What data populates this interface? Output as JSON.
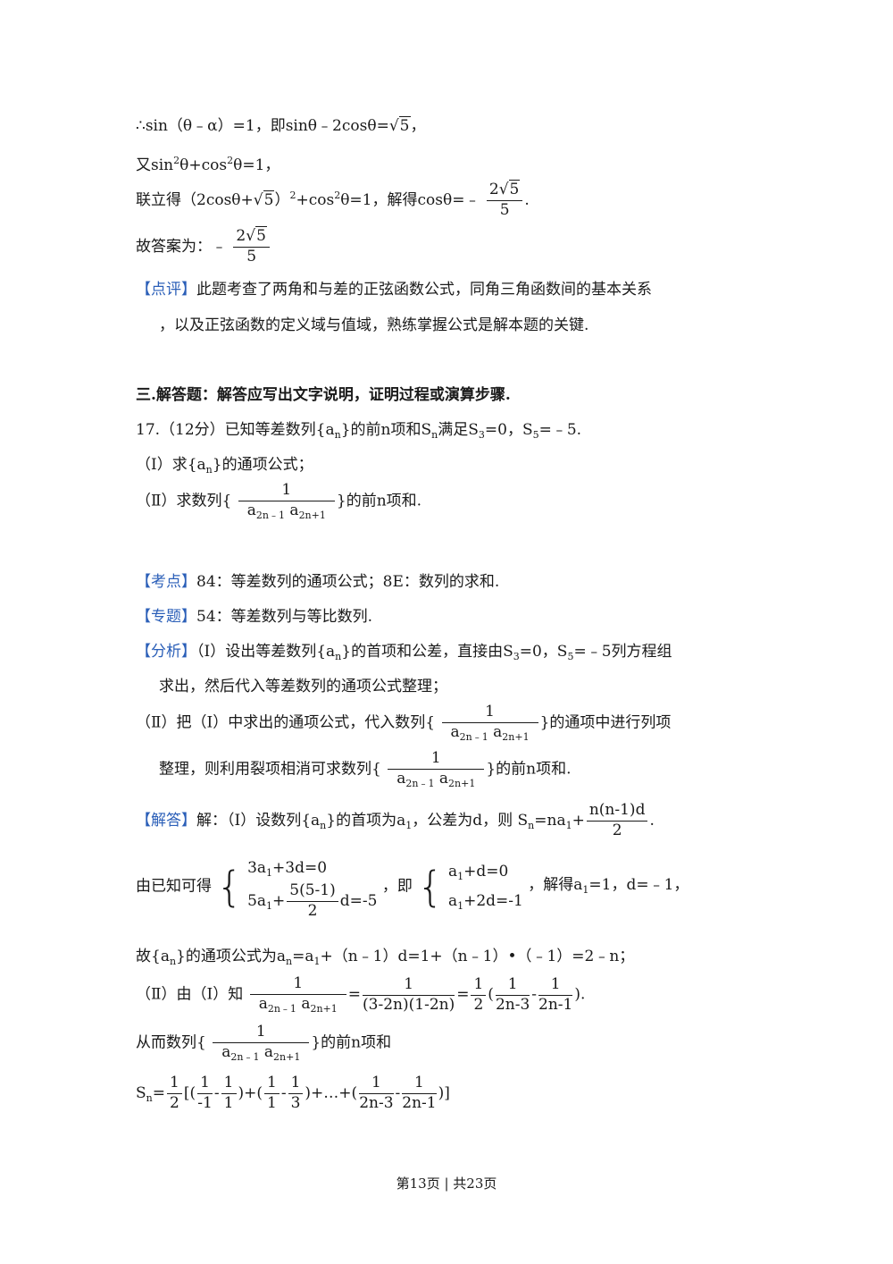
{
  "lines": {
    "l1": "∴sin（θ﹣α）=1，即sinθ﹣2cosθ=",
    "l1_root": "5",
    "l1_end": "，",
    "l2a": "又sin",
    "l2b": "θ+cos",
    "l2c": "θ=1，",
    "l3a": "联立得（2cosθ+",
    "l3_root": "5",
    "l3b": "）",
    "l3c": "+cos",
    "l3d": "θ=1，解得cosθ=﹣",
    "l3_num": "2",
    "l3_num_root": "5",
    "l3_den": "5",
    "l3_end": ".",
    "l4a": "故答案为：﹣",
    "l4_num": "2",
    "l4_num_root": "5",
    "l4_den": "5",
    "comment_tag": "【点评】",
    "comment_1": "此题考查了两角和与差的正弦函数公式，同角三角函数间的基本关系",
    "comment_2": "，以及正弦函数的定义域与值域，熟练掌握公式是解本题的关键.",
    "section_title": "三.解答题：解答应写出文字说明，证明过程或演算步骤.",
    "q17a": "17.（12分）已知等差数列{a",
    "q17b": "}的前n项和S",
    "q17c": "满足S",
    "q17d": "=0，S",
    "q17e": "=﹣5.",
    "q17_1a": "（Ⅰ）求{a",
    "q17_1b": "}的通项公式；",
    "q17_2a": "（Ⅱ）求数列{",
    "q17_2b": "}的前n项和.",
    "frac_one": "1",
    "a2n1a": "a",
    "a2n1b": "2n﹣1",
    "a2n1c": "a",
    "a2n1d": "2n+1",
    "kd_tag": "【考点】",
    "kd_text": "84：等差数列的通项公式；8E：数列的求和.",
    "zt_tag": "【专题】",
    "zt_text": "54：等差数列与等比数列.",
    "fx_tag": "【分析】",
    "fx_1a": "（Ⅰ）设出等差数列{a",
    "fx_1b": "}的首项和公差，直接由S",
    "fx_1c": "=0，S",
    "fx_1d": "=﹣5列方程组",
    "fx_2": "求出，然后代入等差数列的通项公式整理；",
    "fx_3a": "（Ⅱ）把（Ⅰ）中求出的通项公式，代入数列{",
    "fx_3b": "}的通项中进行列项",
    "fx_4a": "整理，则利用裂项相消可求数列{",
    "fx_4b": "}的前n项和.",
    "jd_tag": "【解答】",
    "jd_1a": "解：（Ⅰ）设数列{a",
    "jd_1b": "}的首项为a",
    "jd_1c": "，公差为d，则",
    "jd_sn": "S",
    "jd_sn2": "=na",
    "jd_sn3": "+",
    "jd_num": "n(n-1)d",
    "jd_den": "2",
    "jd_end": ".",
    "sys_intro": "由已知可得",
    "sys1_r1": "3a",
    "sys1_r1b": "+3d=0",
    "sys1_r2a": "5a",
    "sys1_r2b": "+",
    "sys1_num": "5(5-1)",
    "sys1_den": "2",
    "sys1_r2c": "d=-5",
    "sys_mid": "，即",
    "sys2_r1a": "a",
    "sys2_r1b": "+d=0",
    "sys2_r2a": "a",
    "sys2_r2b": "+2d=-1",
    "sys_end": "，解得a",
    "sys_end2": "=1，d=﹣1，",
    "gen_a": "故{a",
    "gen_b": "}的通项公式为a",
    "gen_c": "=a",
    "gen_d": "+（n﹣1）d=1+（n﹣1）•（﹣1）=2﹣n；",
    "p2_a": "（Ⅱ）由（Ⅰ）知",
    "p2_eq": "=",
    "p2_den2": "(3-2n)(1-2n)",
    "p2_half_den": "2",
    "p2_lp": "(",
    "p2_d1": "2n-3",
    "p2_minus": "-",
    "p2_d2": "2n-1",
    "p2_rp": ").",
    "sum_intro": "从而数列{",
    "sum_intro_b": "}的前n项和",
    "sn_a": "S",
    "sn_b": "=",
    "sn_lb": "[(",
    "sn_d_m1": "-1",
    "sn_d_1": "1",
    "sn_mid1": ")+(",
    "sn_d_3": "3",
    "sn_mid2": ")+…+(",
    "sn_end": ")]",
    "sub_n": "n",
    "sub_1": "1",
    "sub_2": "2",
    "sub_3": "3",
    "sub_5": "5",
    "footer": "第13页 | 共23页"
  }
}
